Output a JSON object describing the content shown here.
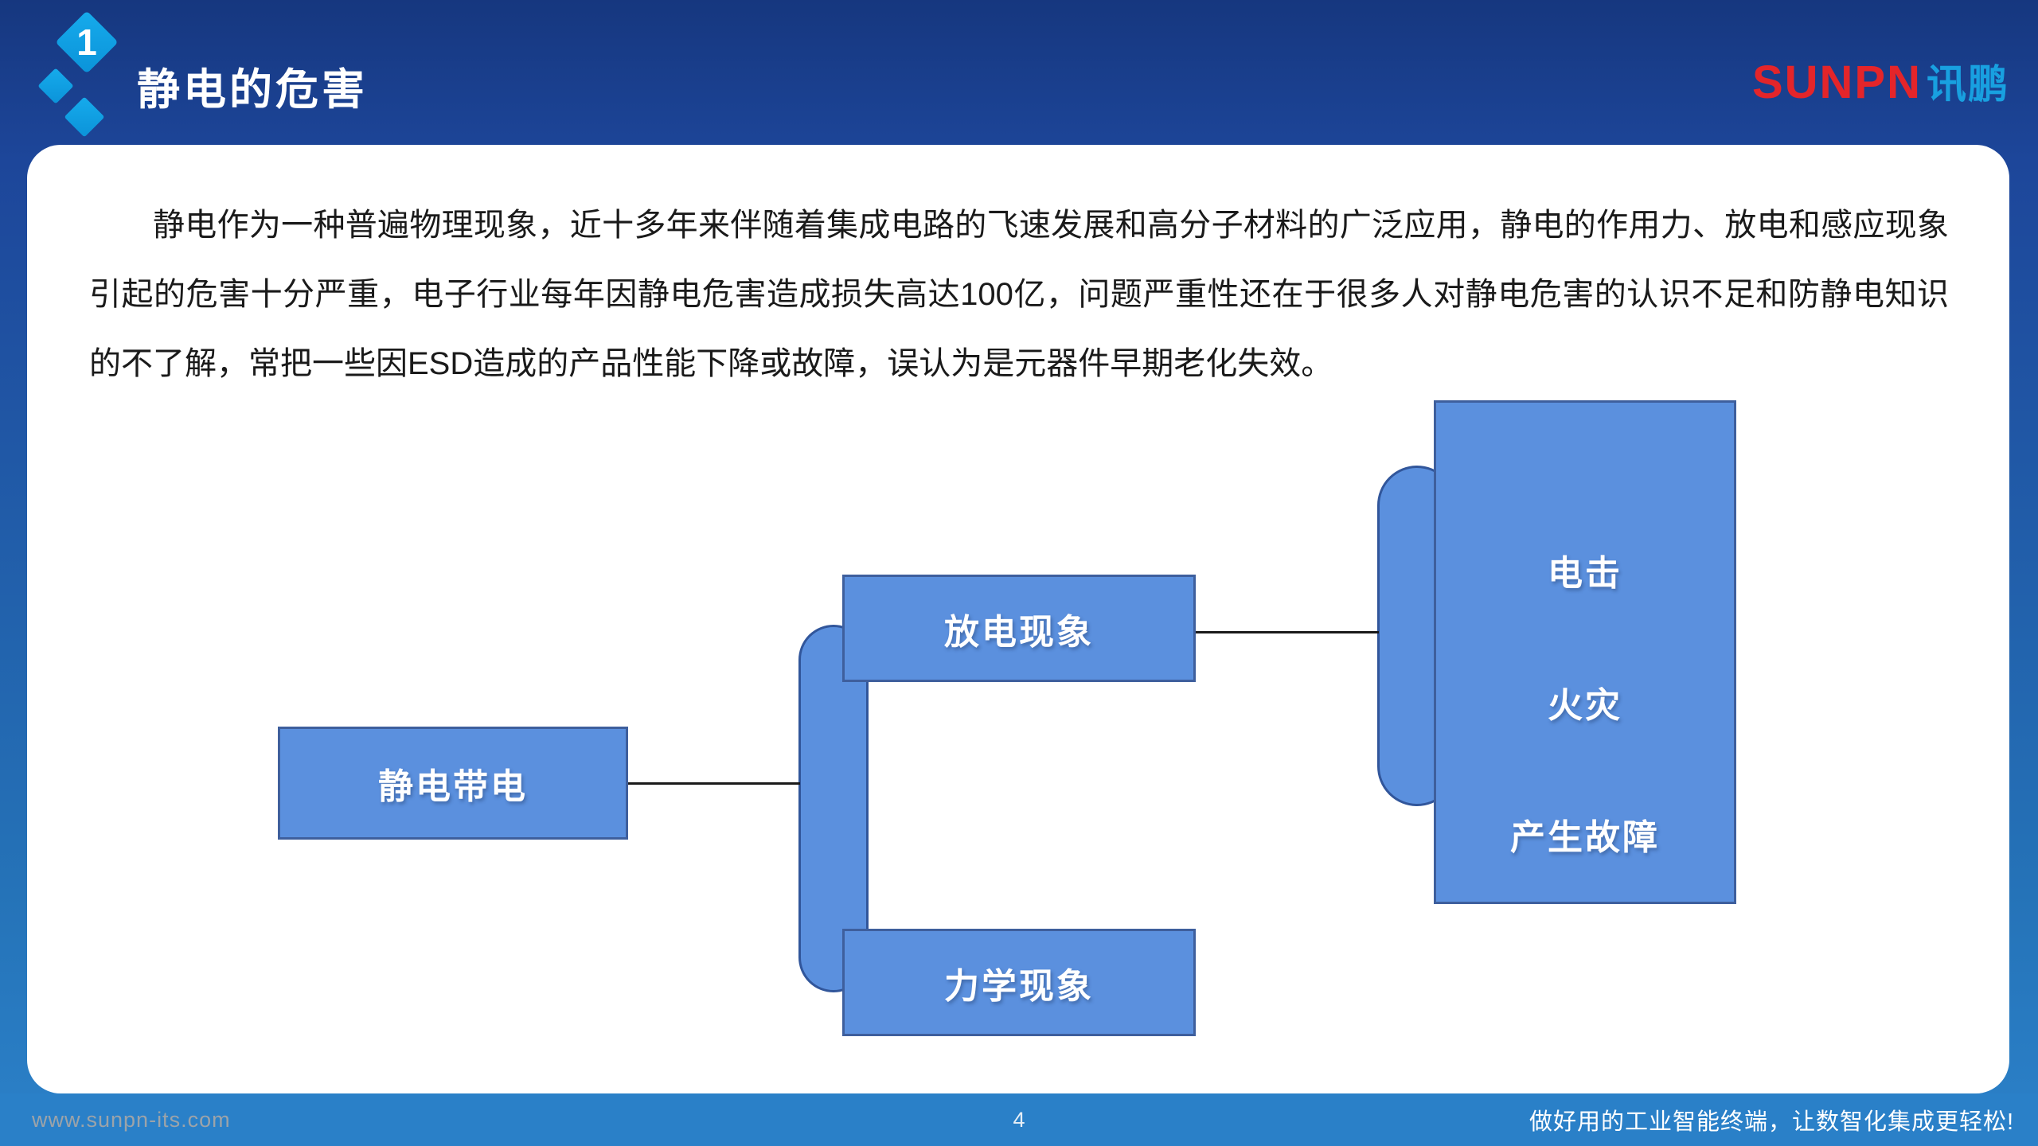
{
  "header": {
    "slide_number": "1",
    "title": "静电的危害",
    "logo": {
      "latin": "SUNPN",
      "cjk": "讯鹏"
    }
  },
  "body_paragraph": "静电作为一种普遍物理现象，近十多年来伴随着集成电路的飞速发展和高分子材料的广泛应用，静电的作用力、放电和感应现象引起的危害十分严重，电子行业每年因静电危害造成损失高达100亿，问题严重性还在于很多人对静电危害的认识不足和防静电知识的不了解，常把一些因ESD造成的产品性能下降或故障，误认为是元器件早期老化失效。",
  "diagram": {
    "source_box": "静电带电",
    "middle_boxes": [
      "放电现象",
      "力学现象"
    ],
    "result_box_lines": [
      "电击",
      "火灾",
      "产生故障"
    ]
  },
  "footer": {
    "website": "www.sunpn-its.com",
    "page_number": "4",
    "slogan": "做好用的工业智能终端，让数智化集成更轻松!"
  },
  "colors": {
    "header_gradient_start": "#16377F",
    "header_gradient_end": "#1D469A",
    "footer_background": "#2A80C8",
    "box_fill": "#5B90DE",
    "box_border": "#3E5F9D",
    "diamond_accent": "#0FA0E4",
    "logo_red": "#E4252A",
    "logo_blue": "#18A0E0",
    "connector": "#1a1a1a"
  }
}
